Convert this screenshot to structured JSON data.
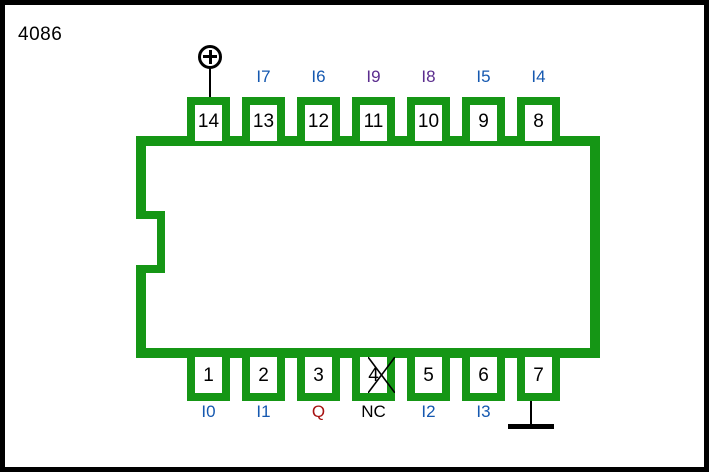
{
  "diagram": {
    "title": "4086",
    "chip_label": "4086",
    "colors": {
      "pin_green": "#159615",
      "signal_blue": "#1558b0",
      "signal_purple": "#5b2d8e",
      "signal_red": "#a61111",
      "signal_black": "#000000",
      "border_black": "#000000",
      "background": "#ffffff"
    },
    "power_symbol": {
      "name": "vcc-symbol",
      "glyph": "circle-plus",
      "attached_pin": "14"
    },
    "ground_symbol": {
      "name": "ground-symbol",
      "glyph": "ground-bar",
      "attached_pin": "7"
    },
    "notch": {
      "name": "package-notch",
      "side": "left"
    },
    "pins_top": [
      {
        "number": "14",
        "signal": "",
        "signal_color": "black",
        "marker": "vcc"
      },
      {
        "number": "13",
        "signal": "I7",
        "signal_color": "blue",
        "marker": ""
      },
      {
        "number": "12",
        "signal": "I6",
        "signal_color": "blue",
        "marker": ""
      },
      {
        "number": "11",
        "signal": "I9",
        "signal_color": "purple",
        "marker": ""
      },
      {
        "number": "10",
        "signal": "I8",
        "signal_color": "purple",
        "marker": ""
      },
      {
        "number": "9",
        "signal": "I5",
        "signal_color": "blue",
        "marker": ""
      },
      {
        "number": "8",
        "signal": "I4",
        "signal_color": "blue",
        "marker": ""
      }
    ],
    "pins_bottom": [
      {
        "number": "1",
        "signal": "I0",
        "signal_color": "blue",
        "marker": ""
      },
      {
        "number": "2",
        "signal": "I1",
        "signal_color": "blue",
        "marker": ""
      },
      {
        "number": "3",
        "signal": "Q",
        "signal_color": "red",
        "marker": ""
      },
      {
        "number": "4",
        "signal": "NC",
        "signal_color": "black",
        "marker": "x"
      },
      {
        "number": "5",
        "signal": "I2",
        "signal_color": "blue",
        "marker": ""
      },
      {
        "number": "6",
        "signal": "I3",
        "signal_color": "blue",
        "marker": ""
      },
      {
        "number": "7",
        "signal": "",
        "signal_color": "black",
        "marker": "gnd"
      }
    ]
  }
}
